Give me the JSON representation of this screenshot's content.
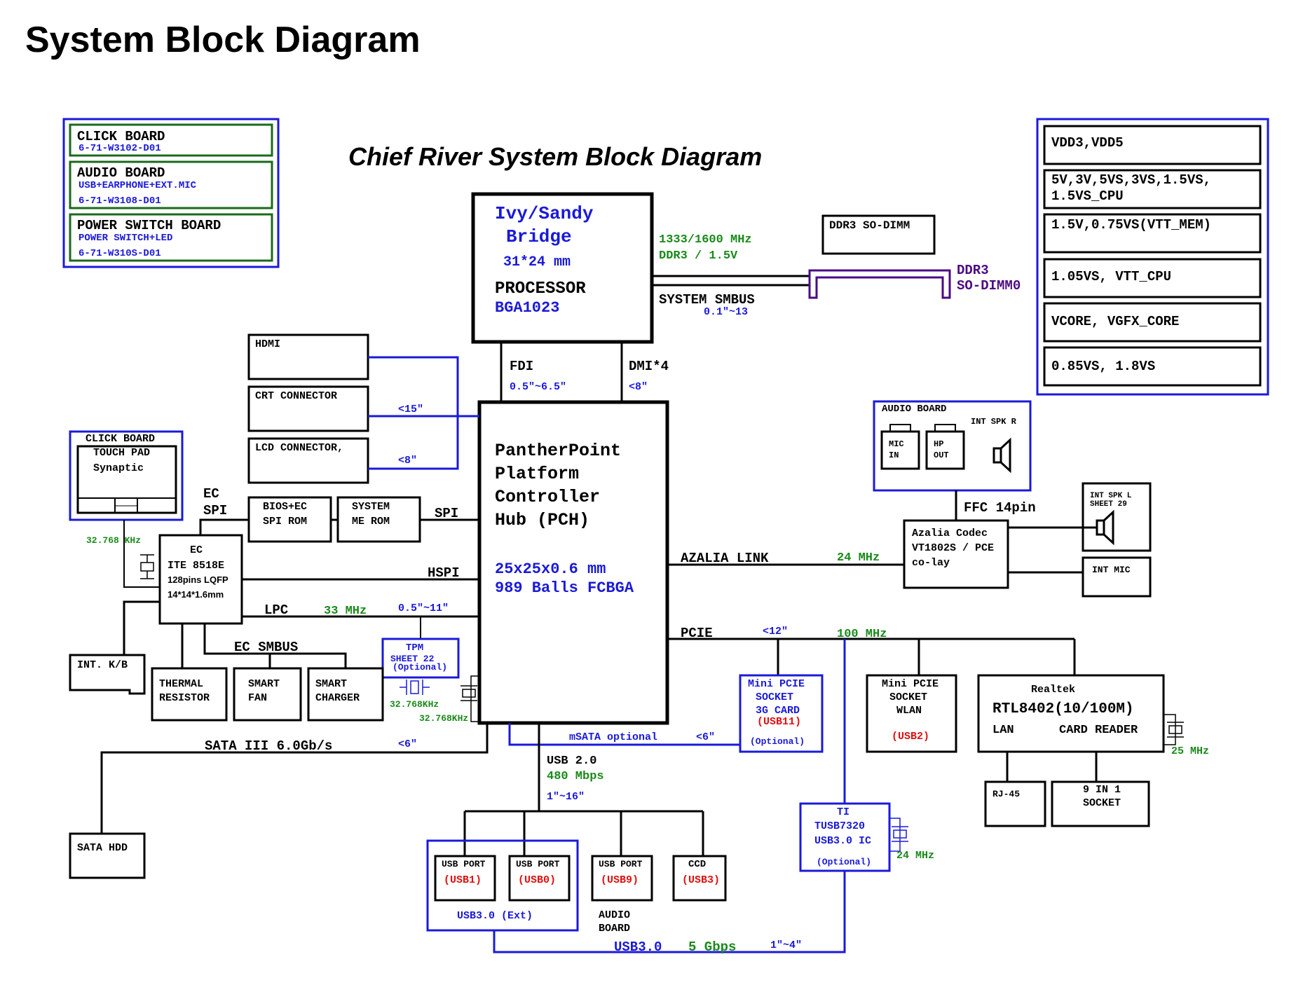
{
  "page_title": "System Block Diagram",
  "diagram_title": "Chief River System Block Diagram",
  "boards_legend": {
    "click_board": {
      "title": "CLICK BOARD",
      "part": "6-71-W3102-D01"
    },
    "audio_board": {
      "title": "AUDIO BOARD",
      "desc": "USB+EARPHONE+EXT.MIC",
      "part": "6-71-W3108-D01"
    },
    "power_switch_board": {
      "title": "POWER SWITCH BOARD",
      "desc": "POWER SWITCH+LED",
      "part": "6-71-W310S-D01"
    }
  },
  "power_rails": [
    "VDD3,VDD5",
    "5V,3V,5VS,3VS,1.5VS,",
    "1.5VS_CPU",
    "1.5V,0.75VS(VTT_MEM)",
    "1.05VS, VTT_CPU",
    "VCORE, VGFX_CORE",
    "0.85VS, 1.8VS"
  ],
  "processor": {
    "line1": "Ivy/Sandy",
    "line2": "Bridge",
    "size": "31*24 mm",
    "label": "PROCESSOR",
    "package": "BGA1023"
  },
  "memory": {
    "speed": "1333/1600 MHz",
    "type": "DDR3 / 1.5V",
    "sodimm_box": "DDR3 SO-DIMM",
    "ddr3": "DDR3",
    "sodimm0": "SO-DIMM0",
    "smbus": "SYSTEM SMBUS",
    "smbus_len": "0.1\"~13"
  },
  "links": {
    "fdi": "FDI",
    "fdi_len": "0.5\"~6.5\"",
    "dmi": "DMI*4",
    "dmi_len": "<8\"",
    "crt_len": "<15\"",
    "lcd_len": "<8\"",
    "ec_spi1": "EC",
    "ec_spi2": "SPI",
    "spi": "SPI",
    "hspi": "HSPI",
    "lpc": "LPC",
    "lpc_freq": "33 MHz",
    "lpc_len": "0.5\"~11\"",
    "ec_smbus": "EC SMBUS",
    "sata": "SATA III 6.0Gb/s",
    "sata_len": "<6\"",
    "msata": "mSATA optional",
    "msata_len": "<6\"",
    "usb2_1": "USB 2.0",
    "usb2_2": "480 Mbps",
    "usb2_len": "1\"~16\"",
    "azalia": "AZALIA LINK",
    "azalia_freq": "24 MHz",
    "pcie": "PCIE",
    "pcie_len": "<12\"",
    "pcie_freq": "100 MHz",
    "ffc": "FFC 14pin",
    "usb3": "USB3.0",
    "usb3_speed": "5 Gbps",
    "usb3_len": "1\"~4\""
  },
  "pch": {
    "l1": "PantherPoint",
    "l2": "Platform",
    "l3": "Controller",
    "l4": "Hub (PCH)",
    "size": "25x25x0.6 mm",
    "balls": "989 Balls FCBGA"
  },
  "video": {
    "hdmi": "HDMI",
    "crt": "CRT CONNECTOR",
    "lcd": "LCD CONNECTOR,"
  },
  "click_board": {
    "title": "CLICK BOARD",
    "l1": "TOUCH PAD",
    "l2": "Synaptic"
  },
  "ec": {
    "crystal": "32.768 KHz",
    "l1": "EC",
    "l2": "ITE 8518E",
    "l3": "128pins LQFP",
    "l4": "14*14*1.6mm"
  },
  "roms": {
    "bios1": "BIOS+EC",
    "bios2": "SPI ROM",
    "me1": "SYSTEM",
    "me2": "ME ROM"
  },
  "tpm": {
    "l1": "TPM",
    "l2": "SHEET 22",
    "l3": "(Optional)",
    "xtal1": "32.768KHz",
    "xtal2": "32.768KHz"
  },
  "peripherals": {
    "kb": "INT. K/B",
    "thermal1": "THERMAL",
    "thermal2": "RESISTOR",
    "fan1": "SMART",
    "fan2": "FAN",
    "chg1": "SMART",
    "chg2": "CHARGER",
    "sata_hdd": "SATA HDD"
  },
  "usb_ports": {
    "p1": "USB PORT",
    "p1id": "(USB1)",
    "p0": "USB PORT",
    "p0id": "(USB0)",
    "ext": "USB3.0 (Ext)",
    "p9": "USB PORT",
    "p9id": "(USB9)",
    "p9b1": "AUDIO",
    "p9b2": "BOARD",
    "ccd": "CCD",
    "ccdid": "(USB3)"
  },
  "ti": {
    "l1": "TI",
    "l2": "TUSB7320",
    "l3": "USB3.0 IC",
    "l4": "(Optional)",
    "xtal": "24 MHz"
  },
  "mini_3g": {
    "l1": "Mini PCIE",
    "l2": "SOCKET",
    "l3": "3G CARD",
    "l4": "(USB11)",
    "l5": "(Optional)"
  },
  "mini_wlan": {
    "l1": "Mini PCIE",
    "l2": "SOCKET",
    "l3": "WLAN",
    "l4": "(USB2)"
  },
  "realtek": {
    "l1": "Realtek",
    "l2": "RTL8402(10/100M)",
    "lan": "LAN",
    "card": "CARD READER",
    "xtal": "25 MHz",
    "rj45": "RJ-45",
    "sock1": "9 IN 1",
    "sock2": "SOCKET"
  },
  "audio": {
    "board": "AUDIO BOARD",
    "spk_r": "INT SPK R",
    "mic1": "MIC",
    "mic2": "IN",
    "hp1": "HP",
    "hp2": "OUT",
    "codec1": "Azalia Codec",
    "codec2": "VT1802S / PCE",
    "codec3": "co-lay",
    "spk_l1": "INT SPK L",
    "spk_l2": "SHEET 29",
    "int_mic": "INT MIC"
  },
  "colors": {
    "black": "#000000",
    "blue": "#1a1ad9",
    "green": "#1a8a1a",
    "red": "#e01010",
    "purple": "#4b0a84"
  }
}
